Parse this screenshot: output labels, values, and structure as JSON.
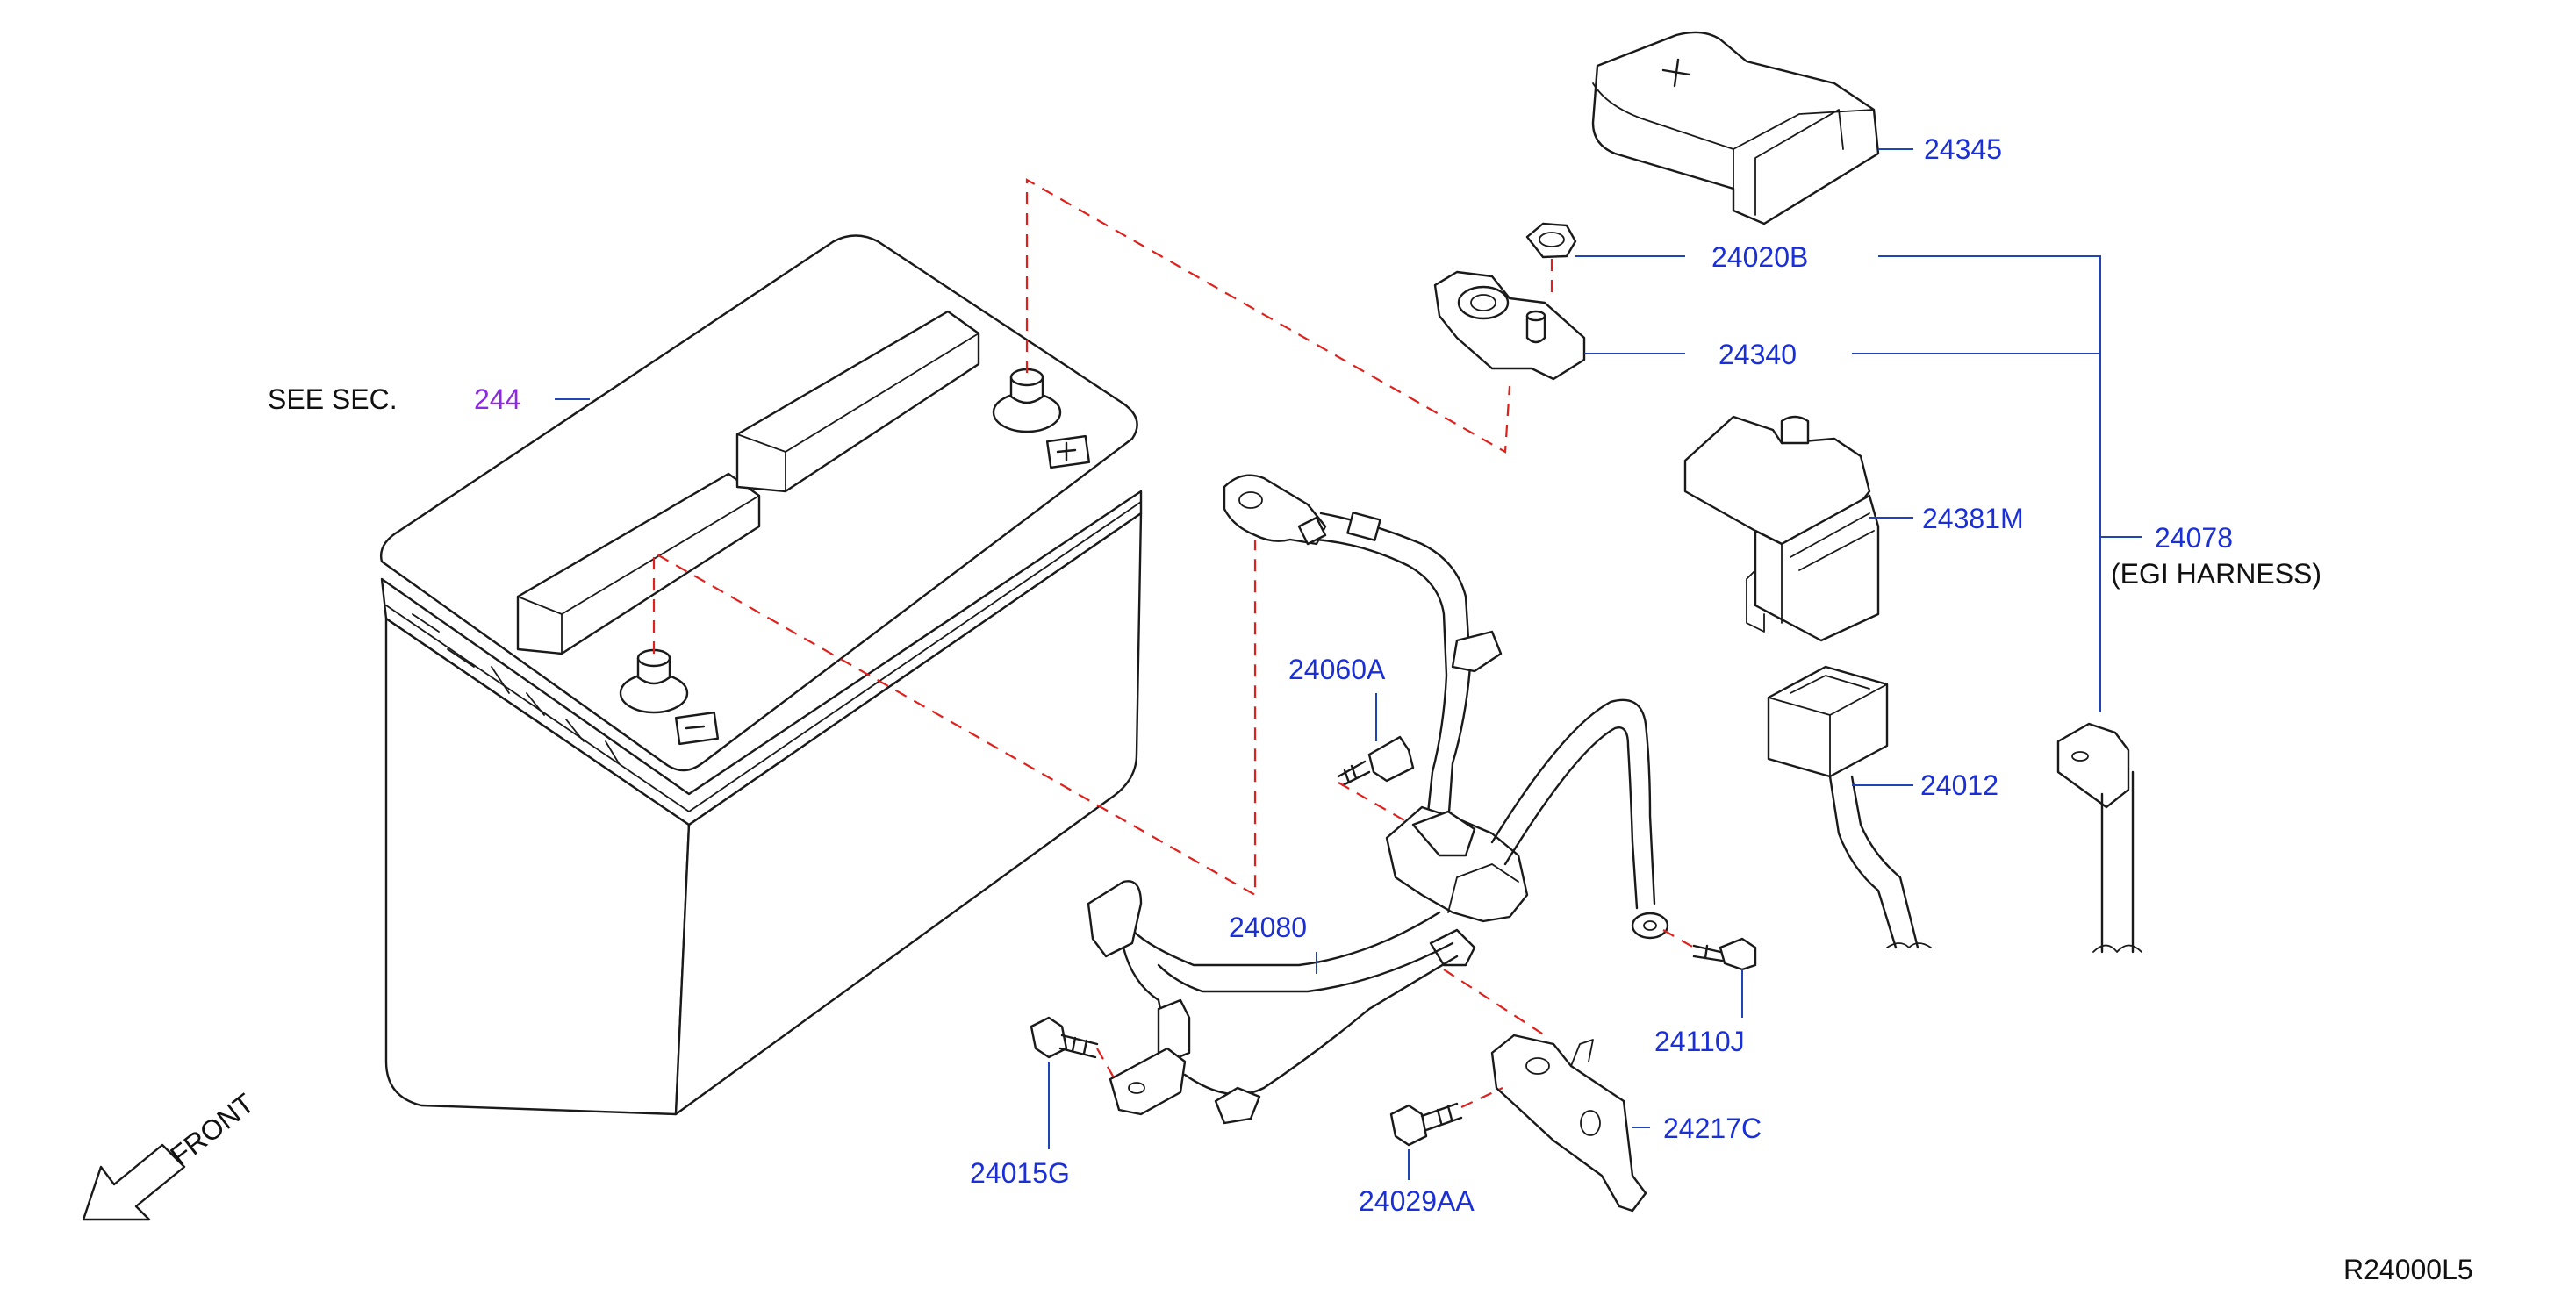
{
  "diagram": {
    "see_section": {
      "prefix": "SEE  SEC.",
      "number": "244"
    },
    "parts": [
      {
        "id": "p24345",
        "number": "24345"
      },
      {
        "id": "p24020b",
        "number": "24020B"
      },
      {
        "id": "p24340",
        "number": "24340"
      },
      {
        "id": "p24381m",
        "number": "24381M"
      },
      {
        "id": "p24078",
        "number": "24078",
        "note": "(EGI  HARNESS)"
      },
      {
        "id": "p24060a",
        "number": "24060A"
      },
      {
        "id": "p24012",
        "number": "24012"
      },
      {
        "id": "p24080",
        "number": "24080"
      },
      {
        "id": "p24110j",
        "number": "24110J"
      },
      {
        "id": "p24015g",
        "number": "24015G"
      },
      {
        "id": "p24217c",
        "number": "24217C"
      },
      {
        "id": "p24029aa",
        "number": "24029AA"
      }
    ],
    "direction_label": "FRONT",
    "drawing_code": "R24000L5",
    "colors": {
      "part_number": "#1a2fd6",
      "section_ref": "#8a2be2",
      "dashed": "#e0201c",
      "leader": "#1f44b8",
      "line": "#1a1a1a"
    }
  }
}
